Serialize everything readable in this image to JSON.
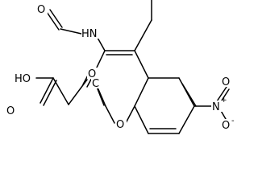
{
  "structure": {
    "atoms": {
      "ho": "HO",
      "acid_carbonyl_o": "O",
      "amide_o": "O",
      "amide_n": "HN",
      "ketone_o": "O",
      "quaternary_c": "C",
      "ring_o": "O",
      "nitro_o_upper": "O",
      "nitro_n": "N",
      "nitro_plus": "+",
      "nitro_o_lower": "O",
      "nitro_minus": "-"
    },
    "colors": {
      "stroke": "#000000",
      "background": "#ffffff"
    }
  }
}
